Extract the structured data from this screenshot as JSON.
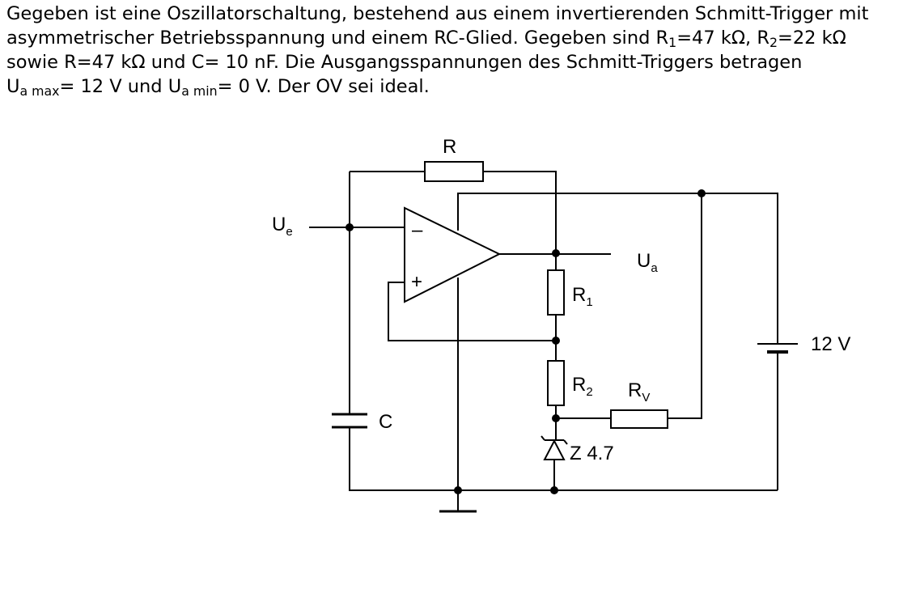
{
  "problem_text": {
    "line1": "Gegeben ist eine Oszillatorschaltung, bestehend aus einem invertierenden Schmitt-Trigger mit",
    "line2_prefix": "asymmetrischer Betriebsspannung und einem RC-Glied. Gegeben sind R",
    "line2_sub1": "1",
    "line2_mid": "=47 kΩ, R",
    "line2_sub2": "2",
    "line2_suffix": "=22 kΩ",
    "line3": "sowie R=47 kΩ und C= 10 nF. Die Ausgangsspannungen des Schmitt-Triggers betragen",
    "line4_u1": "U",
    "line4_sub1": "a max",
    "line4_mid": "= 12 V und U",
    "line4_sub2": "a min",
    "line4_suffix": "= 0 V. Der OV sei ideal."
  },
  "circuit": {
    "label_r": "R",
    "label_ue": "U",
    "label_ue_sub": "e",
    "label_ua": "U",
    "label_ua_sub": "a",
    "label_r1": "R",
    "label_r1_sub": "1",
    "label_r2": "R",
    "label_r2_sub": "2",
    "label_rv": "R",
    "label_rv_sub": "V",
    "label_c": "C",
    "label_zener": "Z 4.7",
    "label_battery": "12 V",
    "opamp_minus": "–",
    "opamp_plus": "+"
  }
}
